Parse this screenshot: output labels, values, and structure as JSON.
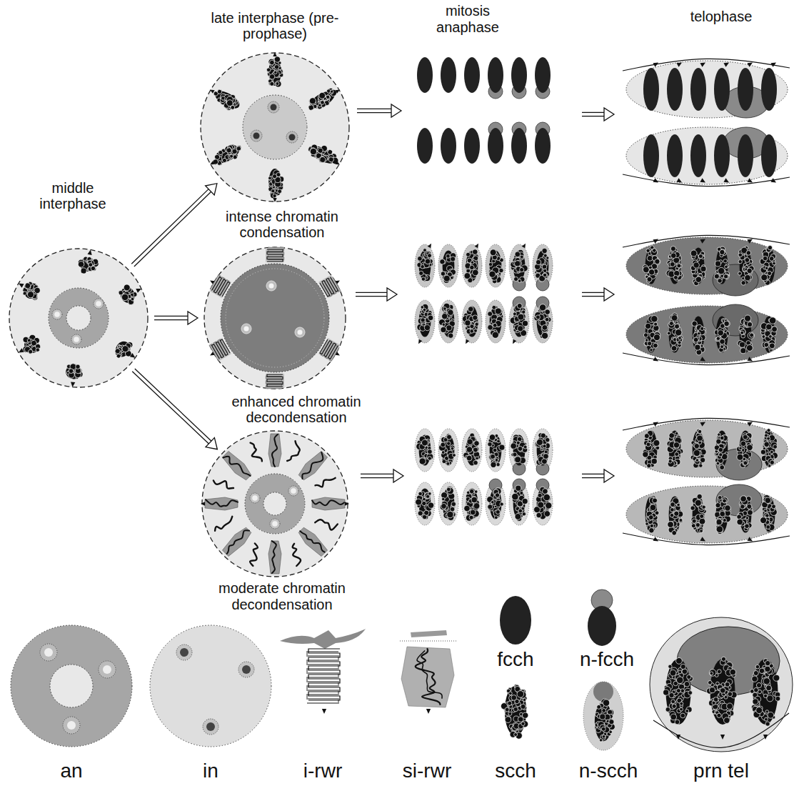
{
  "diagram": {
    "nodes": [
      {
        "text": [
          "middle interphase"
        ]
      },
      {
        "text": [
          "late interphase (pre-prophase)"
        ]
      },
      {
        "text": [
          "intense chromatin condensation"
        ]
      },
      {
        "text": [
          "enhanced chromatin decondensation",
          "moderate chromatin decondensation"
        ]
      }
    ],
    "edges": [
      {
        "from": 0,
        "to": 1,
        "arrow": "to"
      },
      {
        "from": 0,
        "to": 2,
        "arrow": "to"
      },
      {
        "from": 0,
        "to": 3,
        "arrow": "to"
      }
    ],
    "labels": [
      "mitosis anaphase",
      "telophase"
    ],
    "legend": [
      {
        "text": "an"
      },
      {
        "text": "in"
      },
      {
        "text": "i-rwr"
      },
      {
        "text": "si-rwr"
      },
      {
        "text": "fcch"
      },
      {
        "text": "n-fcch"
      },
      {
        "text": "scch"
      },
      {
        "text": "n-scch"
      },
      {
        "text": "prn tel"
      }
    ]
  }
}
